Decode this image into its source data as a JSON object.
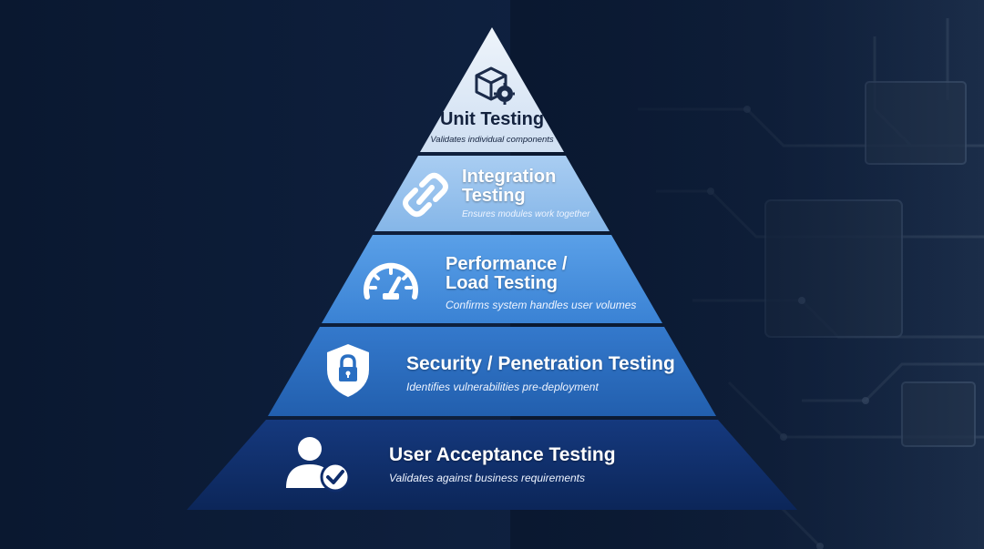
{
  "tiers": [
    {
      "title": "Unit Testing",
      "description": "Validates individual components",
      "icon": "cube-gear-icon"
    },
    {
      "title_line1": "Integration",
      "title_line2": "Testing",
      "description": "Ensures modules work together",
      "icon": "chain-link-icon"
    },
    {
      "title_line1": "Performance /",
      "title_line2": "Load Testing",
      "description": "Confirms system handles user volumes",
      "icon": "speedometer-icon"
    },
    {
      "title": "Security / Penetration Testing",
      "description": "Identifies vulnerabilities pre-deployment",
      "icon": "shield-lock-icon"
    },
    {
      "title": "User Acceptance Testing",
      "description": "Validates against business requirements",
      "icon": "user-check-icon"
    }
  ],
  "colors": {
    "tier1": "#dfe9f6",
    "tier2": "#9cc3ec",
    "tier3": "#4a93e0",
    "tier4": "#2a6fc2",
    "tier5": "#0f2d6b",
    "background": "#0b1a2f"
  }
}
